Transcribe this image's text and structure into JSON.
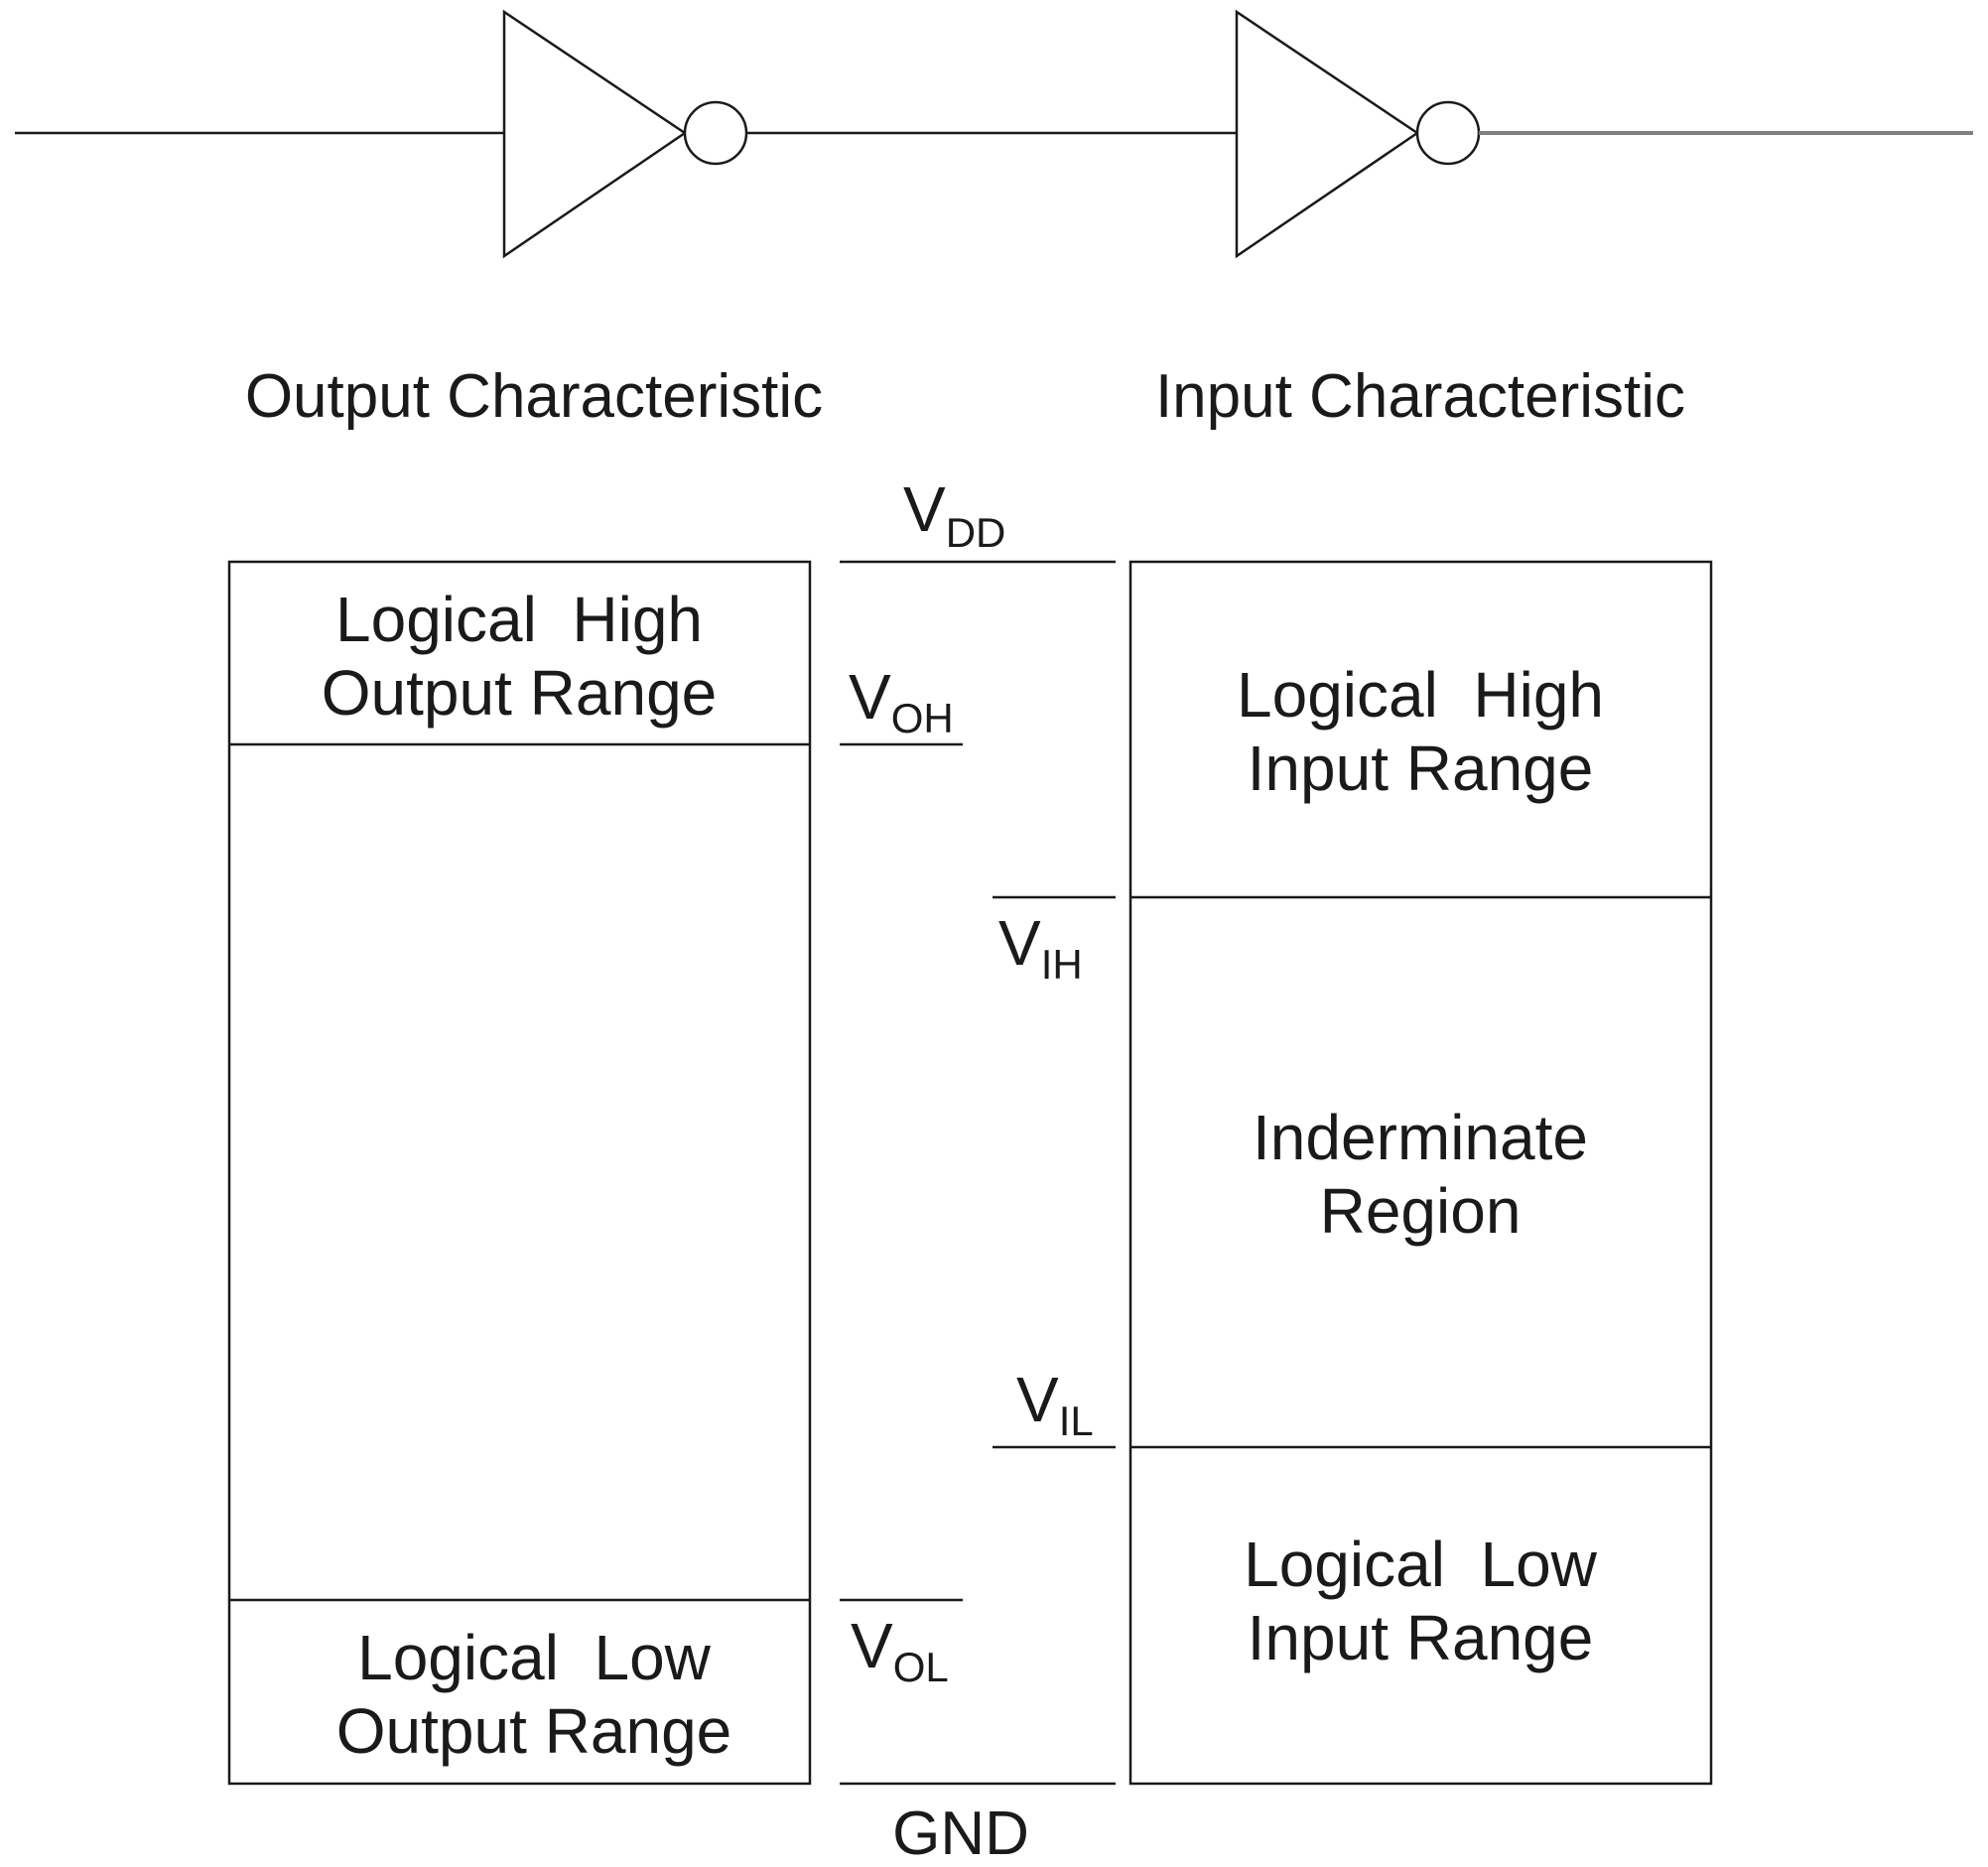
{
  "headings": {
    "output": "Output Characteristic",
    "input": "Input Characteristic"
  },
  "output_regions": {
    "high": {
      "line1": "Logical  High",
      "line2": "Output Range"
    },
    "low": {
      "line1": "Logical  Low",
      "line2": "Output Range"
    }
  },
  "input_regions": {
    "high": {
      "line1": "Logical  High",
      "line2": "Input Range"
    },
    "indeterminate": {
      "line1": "Inderminate",
      "line2": "Region"
    },
    "low": {
      "line1": "Logical  Low",
      "line2": "Input Range"
    }
  },
  "levels": {
    "vdd": {
      "main": "V",
      "sub": "DD"
    },
    "voh": {
      "main": "V",
      "sub": "OH"
    },
    "vih": {
      "main": "V",
      "sub": "IH"
    },
    "vil": {
      "main": "V",
      "sub": "IL"
    },
    "vol": {
      "main": "V",
      "sub": "OL"
    },
    "gnd": "GND"
  },
  "colors": {
    "stroke": "#1a1a1a",
    "output_wire": "#808080"
  }
}
